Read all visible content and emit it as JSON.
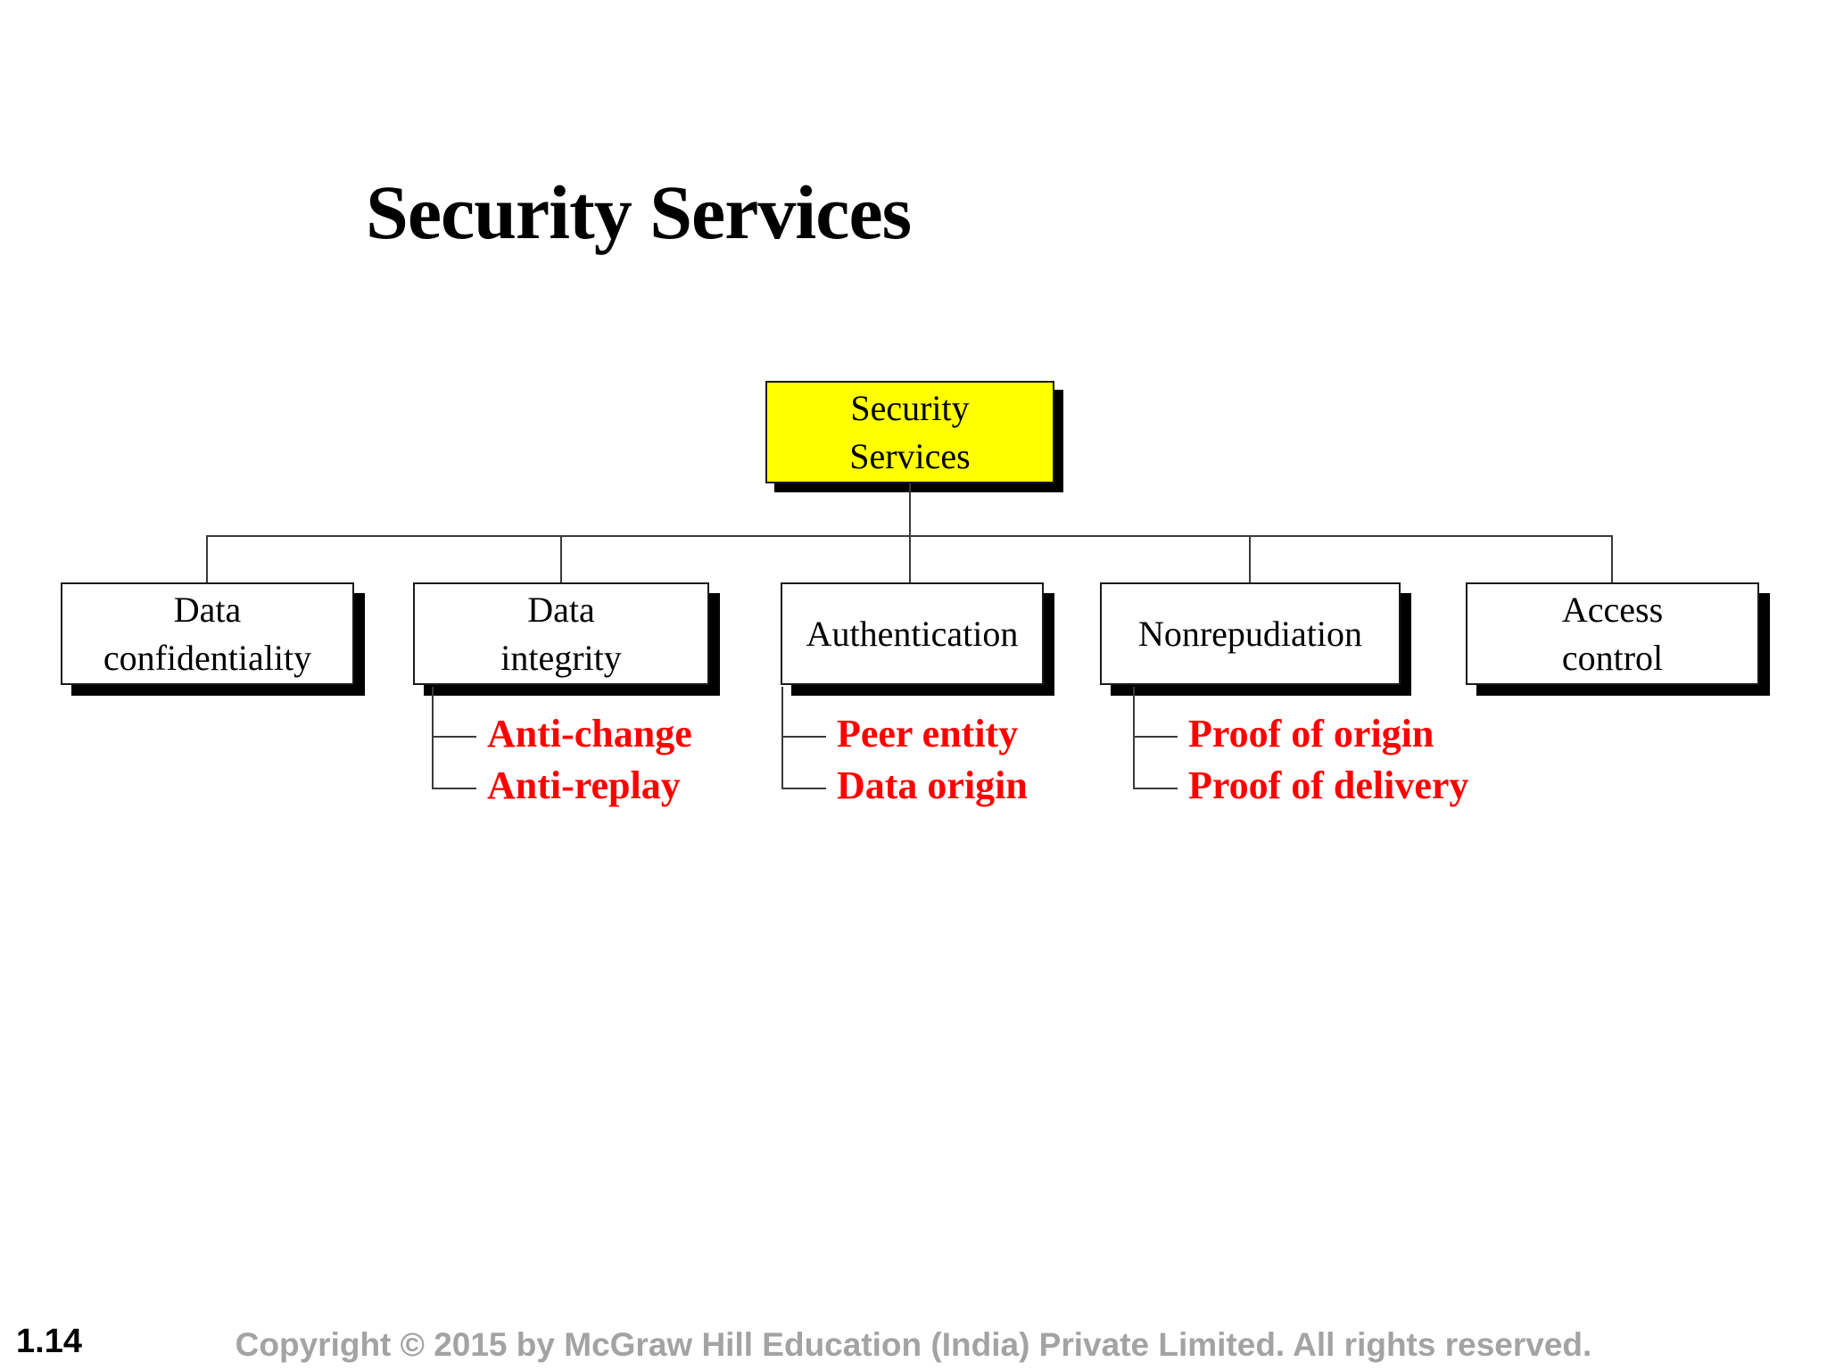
{
  "slide": {
    "title": "Security Services",
    "page_number": "1.14",
    "footer": "Copyright © 2015 by McGraw Hill Education (India) Private Limited. All rights reserved."
  },
  "diagram": {
    "type": "tree",
    "root": {
      "label": "Security Services",
      "lines": [
        "Security",
        "Services"
      ]
    },
    "children": [
      {
        "label": "Data confidentiality",
        "lines": [
          "Data",
          "confidentiality"
        ],
        "items": []
      },
      {
        "label": "Data integrity",
        "lines": [
          "Data",
          "integrity"
        ],
        "items": [
          "Anti-change",
          "Anti-replay"
        ]
      },
      {
        "label": "Authentication",
        "lines": [
          "Authentication"
        ],
        "items": [
          "Peer entity",
          "Data origin"
        ]
      },
      {
        "label": "Nonrepudiation",
        "lines": [
          "Nonrepudiation"
        ],
        "items": [
          "Proof of origin",
          "Proof of delivery"
        ]
      },
      {
        "label": "Access control",
        "lines": [
          "Access",
          "control"
        ],
        "items": []
      }
    ]
  },
  "colors": {
    "root_fill": "#ffff00",
    "box_fill": "#ffffff",
    "box_border": "#1a1a1a",
    "shadow": "#000000",
    "connector_line": "#3a3a3a",
    "item_text": "#ff0000",
    "title_text": "#000000",
    "footer_text": "#a3a3a3"
  }
}
